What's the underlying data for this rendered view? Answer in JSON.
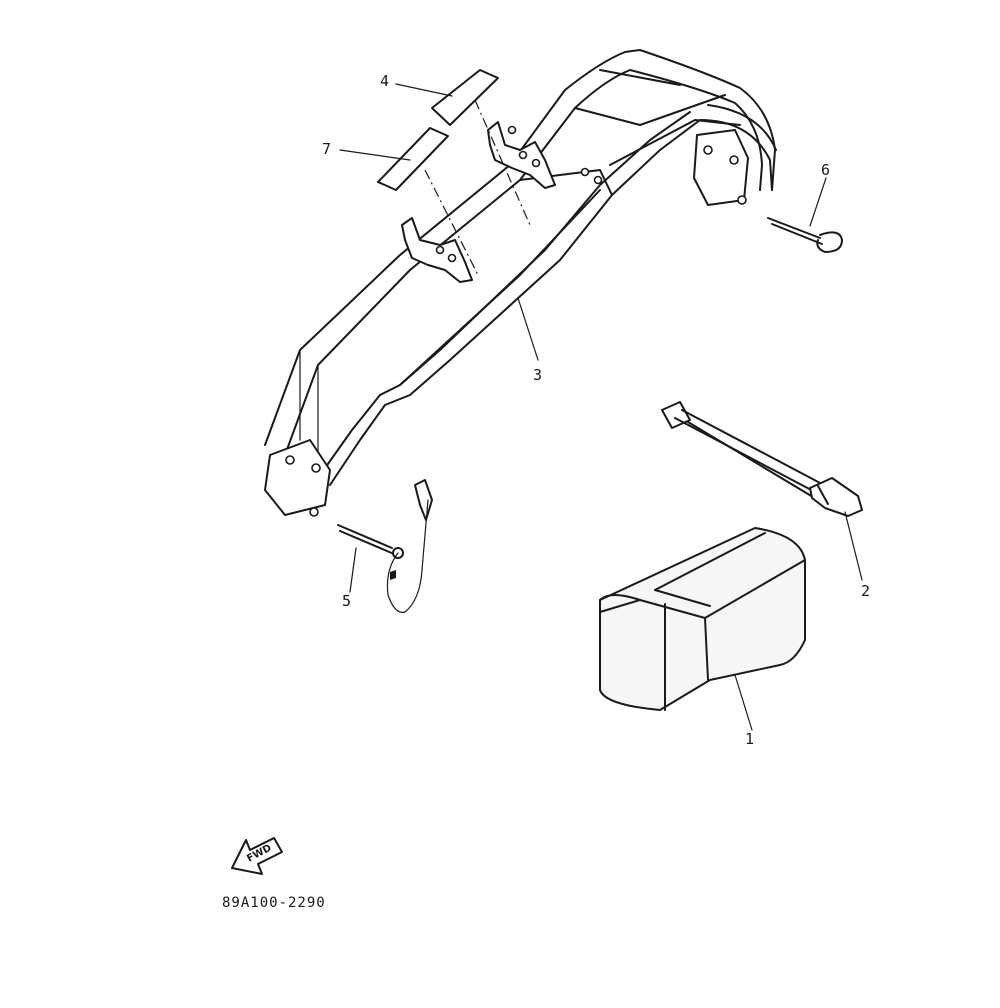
{
  "diagram": {
    "callouts": {
      "part_1": "1",
      "part_2": "2",
      "part_3": "3",
      "part_4": "4",
      "part_5": "5",
      "part_6": "6",
      "part_7": "7"
    },
    "direction_arrow": {
      "label": "FWD",
      "icon": "forward-arrow-icon"
    },
    "reference_code": "89A100-2290",
    "line_color": "#1a1a1a",
    "background": "#ffffff"
  }
}
